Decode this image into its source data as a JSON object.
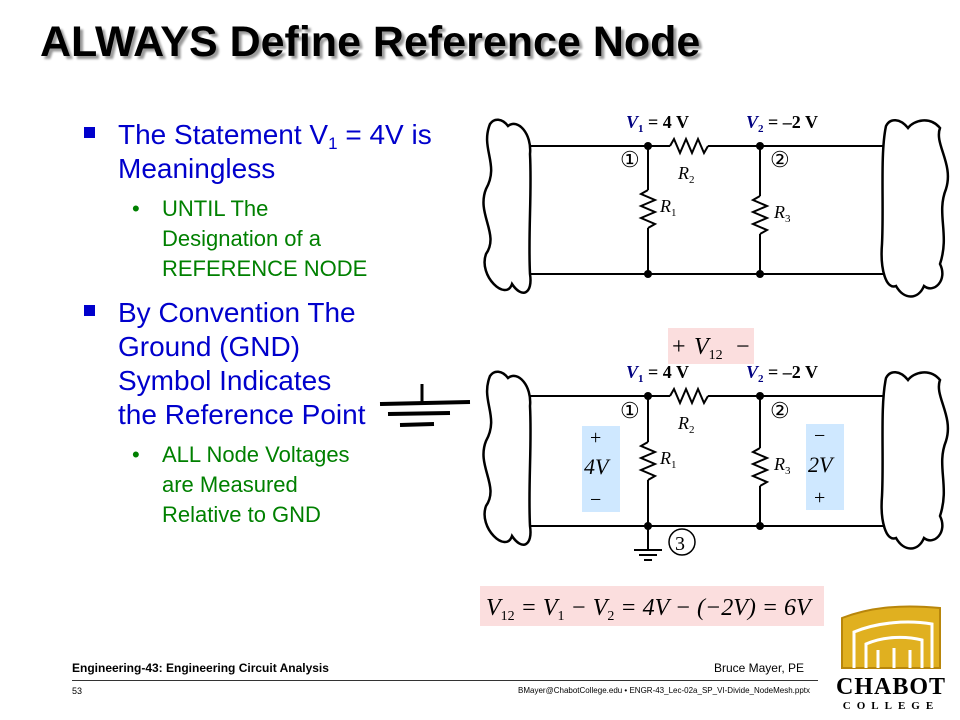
{
  "slide": {
    "title": "ALWAYS Define Reference Node"
  },
  "bullets": {
    "b1_part1": "The Statement V",
    "b1_sub": "1",
    "b1_part2": " = 4V is Meaningless",
    "b1_sub1_line1": "UNTIL The",
    "b1_sub1_line2": "Designation of a",
    "b1_sub1_line3": "REFERENCE NODE",
    "b2_line1": "By Convention The",
    "b2_line2": "Ground (GND)",
    "b2_line3": "Symbol Indicates",
    "b2_line4": "the Reference Point",
    "b2_sub1_line1": "ALL Node Voltages",
    "b2_sub1_line2": "are Measured",
    "b2_sub1_line3": "Relative to GND"
  },
  "circuit_top": {
    "v1_sym": "V",
    "v1_sub": "1",
    "v1_val": " = 4 V",
    "v2_sym": "V",
    "v2_sub": "2",
    "v2_val": " = –2 V",
    "node1": "①",
    "node2": "②",
    "r1_sym": "R",
    "r1_sub": "1",
    "r2_sym": "R",
    "r2_sub": "2",
    "r3_sym": "R",
    "r3_sub": "3"
  },
  "circuit_bottom": {
    "v1_sym": "V",
    "v1_sub": "1",
    "v1_val": " = 4 V",
    "v2_sym": "V",
    "v2_sub": "2",
    "v2_val": " = –2 V",
    "node1": "①",
    "node2": "②",
    "node3": "3",
    "r1_sym": "R",
    "r1_sub": "1",
    "r2_sym": "R",
    "r2_sub": "2",
    "r3_sym": "R",
    "r3_sub": "3",
    "v12_plus": "+",
    "v12_sym": "V",
    "v12_sub": "12",
    "v12_minus": "−",
    "left_plus": "+",
    "left_val": "4V",
    "left_minus": "−",
    "right_minus": "−",
    "right_val": "2V",
    "right_plus": "+"
  },
  "equation": {
    "p1": "V",
    "p1_sub": "12",
    "p2": " = V",
    "p2_sub": "1",
    "p3": " − V",
    "p3_sub": "2",
    "p4": " = 4V − (−2V) = 6V"
  },
  "footer": {
    "course": "Engineering-43: Engineering Circuit Analysis",
    "author": "Bruce Mayer, PE",
    "page": "53",
    "file": "BMayer@ChabotCollege.edu  • ENGR-43_Lec-02a_SP_VI-Divide_NodeMesh.pptx"
  },
  "logo": {
    "name": "CHABOT",
    "sub": "COLLEGE"
  },
  "colors": {
    "bullet_blue": "#0000cc",
    "sub_green": "#008000",
    "highlight_pink": "#fbdede",
    "highlight_blue": "#cfe8ff",
    "logo_gold": "#e0b020"
  }
}
